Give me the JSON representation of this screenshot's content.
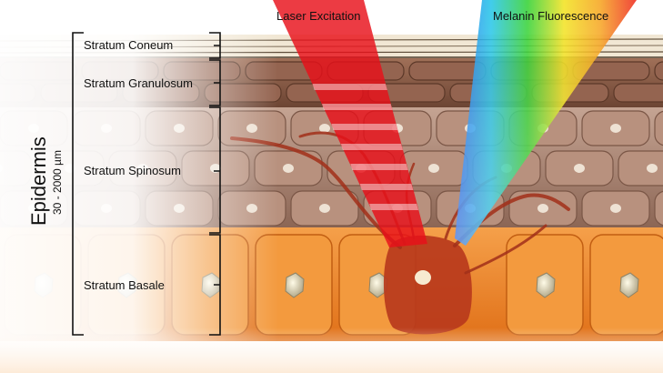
{
  "beams": {
    "laser": {
      "label": "Laser Excitation",
      "color": "#e8101a"
    },
    "fluorescence": {
      "label": "Melanin Fluorescence",
      "colors": [
        "#2a6cf0",
        "#1fc4e8",
        "#2fd12f",
        "#f2e21a",
        "#f6a21a",
        "#ee2418"
      ]
    }
  },
  "epidermis": {
    "label": "Epidermis",
    "thickness": "30 - 2000 µm"
  },
  "layers": [
    {
      "label": "Stratum Coneum",
      "color": "#f3ead8"
    },
    {
      "label": "Stratum Granulosum",
      "color": "#8a5a45"
    },
    {
      "label": "Stratum Spinosum",
      "color": "#a8826f"
    },
    {
      "label": "Stratum Basale",
      "color": "#f08a2a"
    }
  ]
}
